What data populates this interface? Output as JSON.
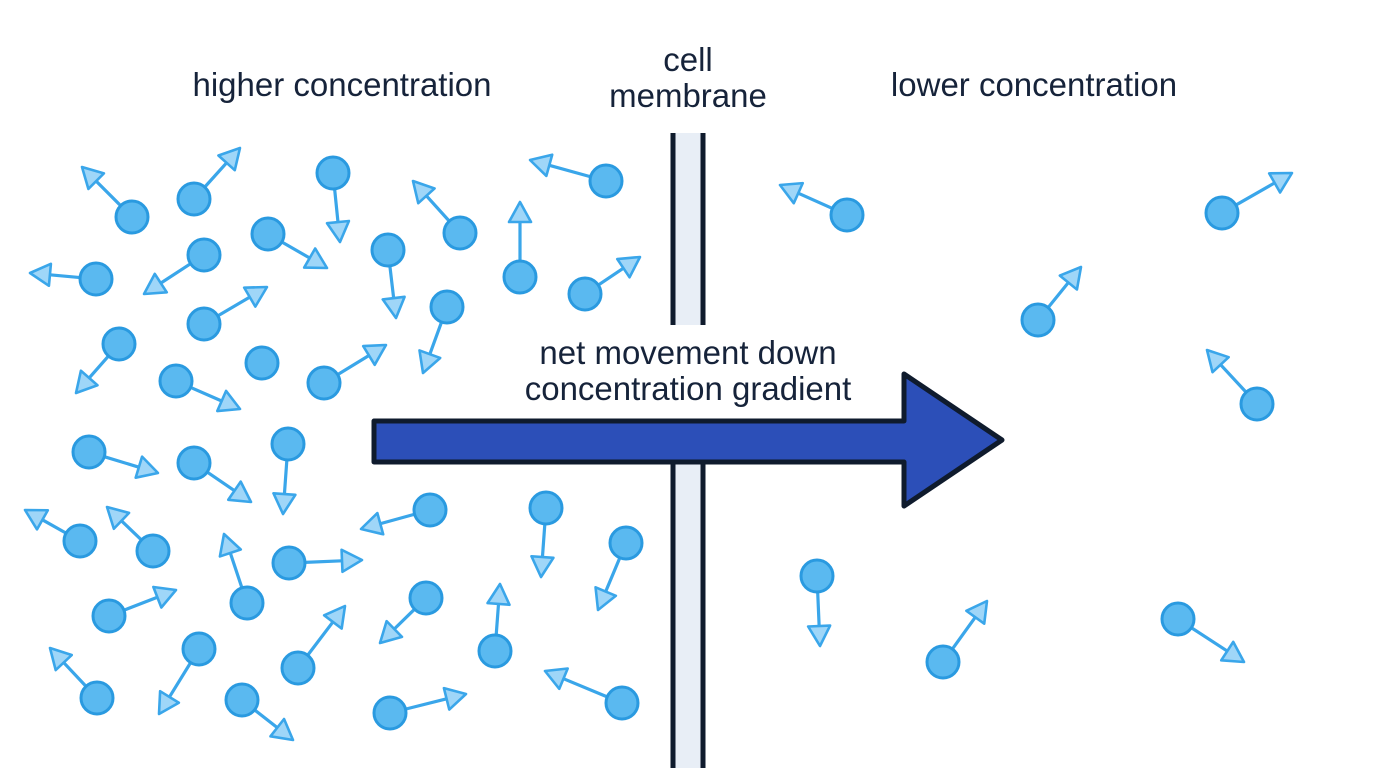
{
  "labels": {
    "left_region": "higher concentration",
    "membrane_line1": "cell",
    "membrane_line2": "membrane",
    "right_region": "lower concentration",
    "arrow_line1": "net movement down",
    "arrow_line2": "concentration gradient"
  },
  "colors": {
    "particle_fill": "#5ab9f0",
    "particle_stroke": "#2a9ae0",
    "arrow_fill": "#2c4fb8",
    "outline": "#0f1b2d",
    "membrane_fill": "#e8eef6"
  },
  "icons": {
    "particle": "molecule-with-motion-arrow",
    "gradient": "right-arrow"
  }
}
